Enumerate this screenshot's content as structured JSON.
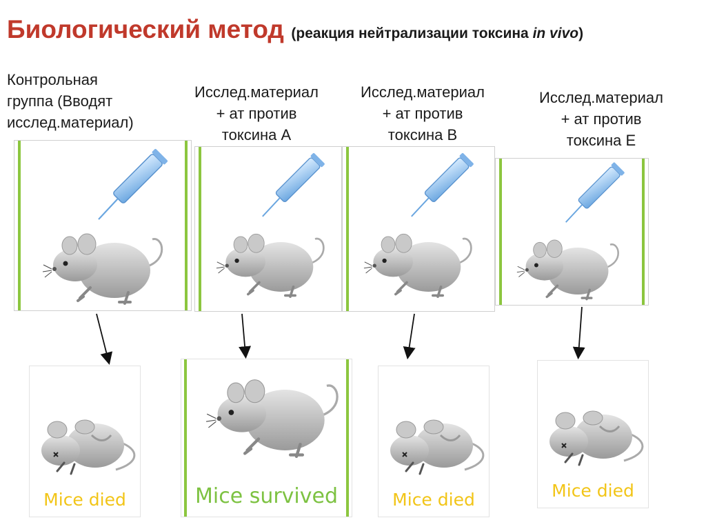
{
  "title": {
    "main": "Биологический метод",
    "sub_prefix": "(реакция нейтрализации токсина ",
    "sub_italic": "in vivo",
    "sub_suffix": ")"
  },
  "groups": [
    {
      "lines": [
        "Контрольная",
        "группа (Вводят",
        "исслед.материал)"
      ]
    },
    {
      "lines": [
        "Исслед.материал",
        "+ ат против",
        "токсина А"
      ]
    },
    {
      "lines": [
        "Исслед.материал",
        "+ ат против",
        "токсина В"
      ]
    },
    {
      "lines": [
        "Исслед.материал",
        "+ ат против",
        "токсина Е"
      ]
    }
  ],
  "results": [
    {
      "text": "Mice died",
      "icon": "dead-mouse-icon"
    },
    {
      "text": "Mice survived",
      "icon": "mouse-icon"
    },
    {
      "text": "Mice died",
      "icon": "dead-mouse-icon"
    },
    {
      "text": "Mice died",
      "icon": "dead-mouse-icon"
    }
  ],
  "colors": {
    "title": "#c0392b",
    "frame_green": "#8cc63f",
    "died_text": "#f2c518",
    "survived_text": "#7dc242",
    "syringe": "#7fb3e8",
    "mouse": "#b8b8b8"
  }
}
